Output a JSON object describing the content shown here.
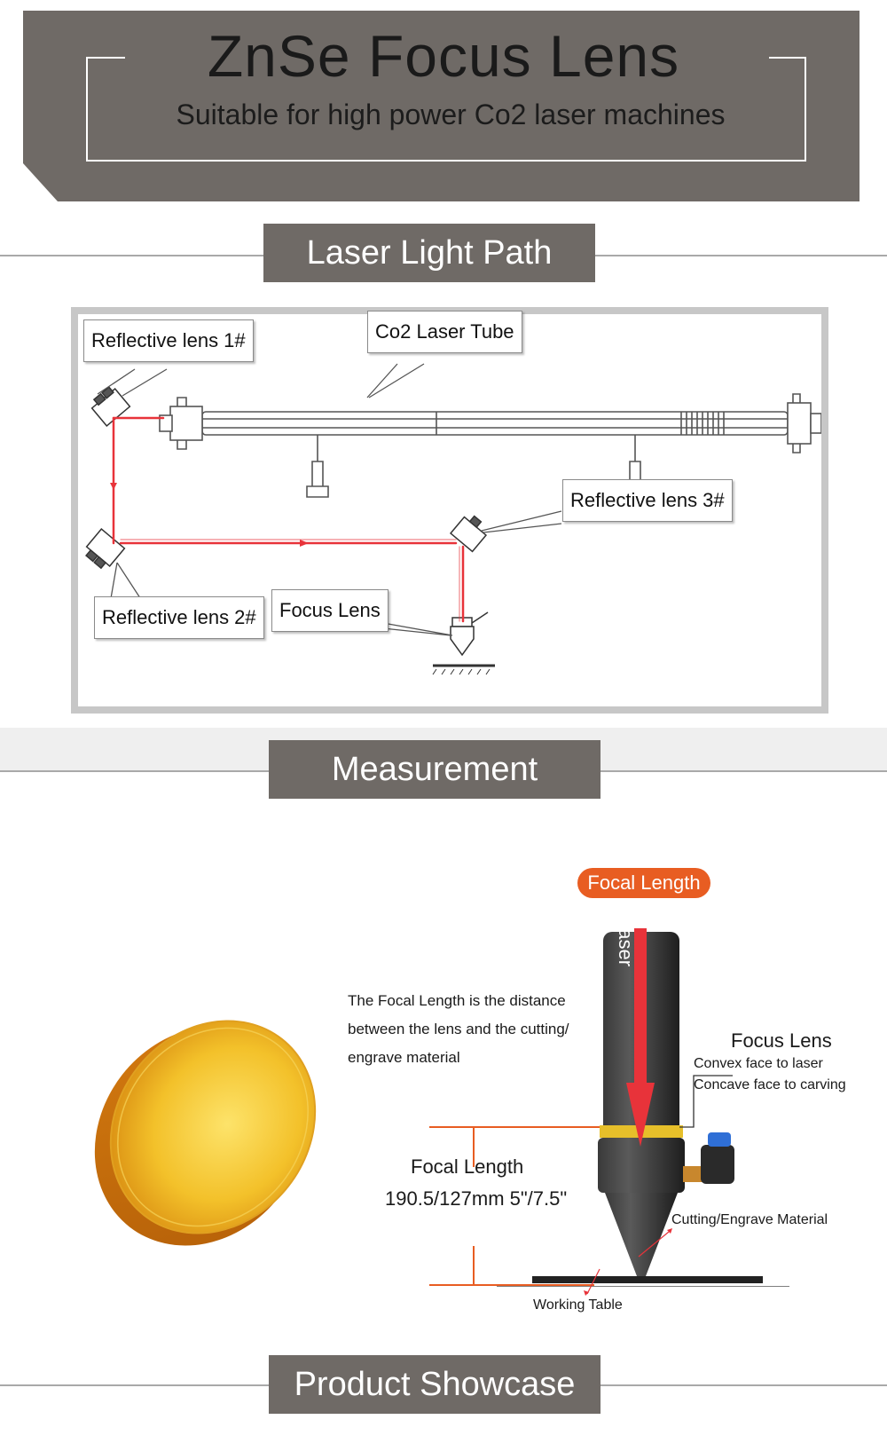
{
  "banner": {
    "title": "ZnSe Focus Lens",
    "subtitle": "Suitable for high power Co2 laser machines"
  },
  "sections": {
    "light_path": "Laser Light Path",
    "measurement": "Measurement",
    "showcase": "Product Showcase"
  },
  "light_path": {
    "reflective_lens_1": "Reflective lens 1#",
    "co2_tube": "Co2 Laser Tube",
    "reflective_lens_3": "Reflective lens 3#",
    "reflective_lens_2": "Reflective lens 2#",
    "focus_lens": "Focus Lens"
  },
  "measurement": {
    "badge": "Focal Length",
    "nozzle_laser": "Laser",
    "description": [
      "The Focal Length is the distance",
      "between the lens and the cutting/",
      "engrave material"
    ],
    "focus_lens_title": "Focus Lens",
    "convex": "Convex face to laser",
    "concave": "Concave face to carving",
    "focal_label": "Focal Length",
    "focal_values": "190.5/127mm 5\"/7.5\"",
    "cutting_material": "Cutting/Engrave Material",
    "working_table": "Working Table"
  },
  "colors": {
    "banner_gray": "#6f6a66",
    "laser_red": "#e8333a",
    "badge_orange": "#e85d22",
    "lens_gold": "#f0b41a"
  }
}
